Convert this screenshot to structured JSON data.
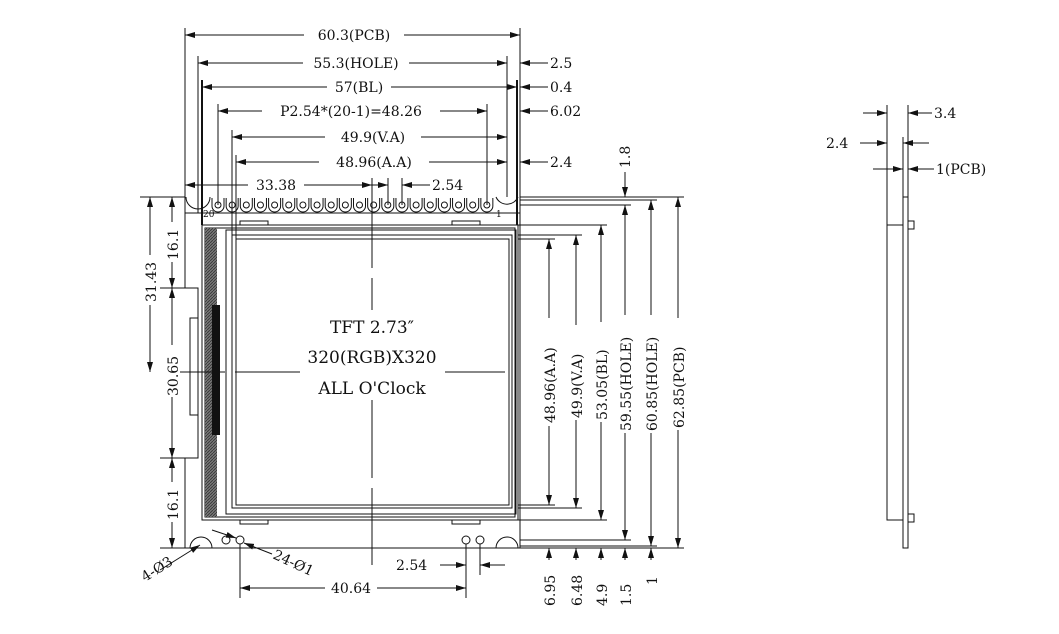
{
  "center_label": {
    "line1": "TFT 2.73″",
    "line2": "320(RGB)X320",
    "line3": "ALL O'Clock"
  },
  "top_dims": {
    "pcb": "60.3(PCB)",
    "hole": "55.3(HOLE)",
    "bl": "57(BL)",
    "pitch": "P2.54*(20-1)=48.26",
    "va": "49.9(V.A)",
    "aa": "48.96(A.A)",
    "left_offset": "33.38",
    "pin_pitch": "2.54"
  },
  "top_right_offsets": {
    "d1": "2.5",
    "d2": "0.4",
    "d3": "6.02",
    "d4": "2.4",
    "d5": "1.8"
  },
  "right_dims": {
    "aa": "48.96(A.A)",
    "va": "49.9(V.A)",
    "bl": "53.05(BL)",
    "hole1": "59.55(HOLE)",
    "hole2": "60.85(HOLE)",
    "pcb": "62.85(PCB)"
  },
  "bottom_offsets": {
    "aa": "6.95",
    "va": "6.48",
    "bl": "4.9",
    "hole1": "1.5",
    "hole2": "1"
  },
  "left_dims": {
    "half": "31.43",
    "top": "16.1",
    "mid": "30.65",
    "bottom": "16.1"
  },
  "bottom_dims": {
    "mount_holes": "4-Ø3",
    "pin_holes": "24-Ø1",
    "pin_pitch": "2.54",
    "pin_span": "40.64"
  },
  "pin_labels": {
    "first": "20",
    "last": "1"
  },
  "side_view": {
    "total": "3.4",
    "module": "2.4",
    "pcb": "1(PCB)"
  }
}
